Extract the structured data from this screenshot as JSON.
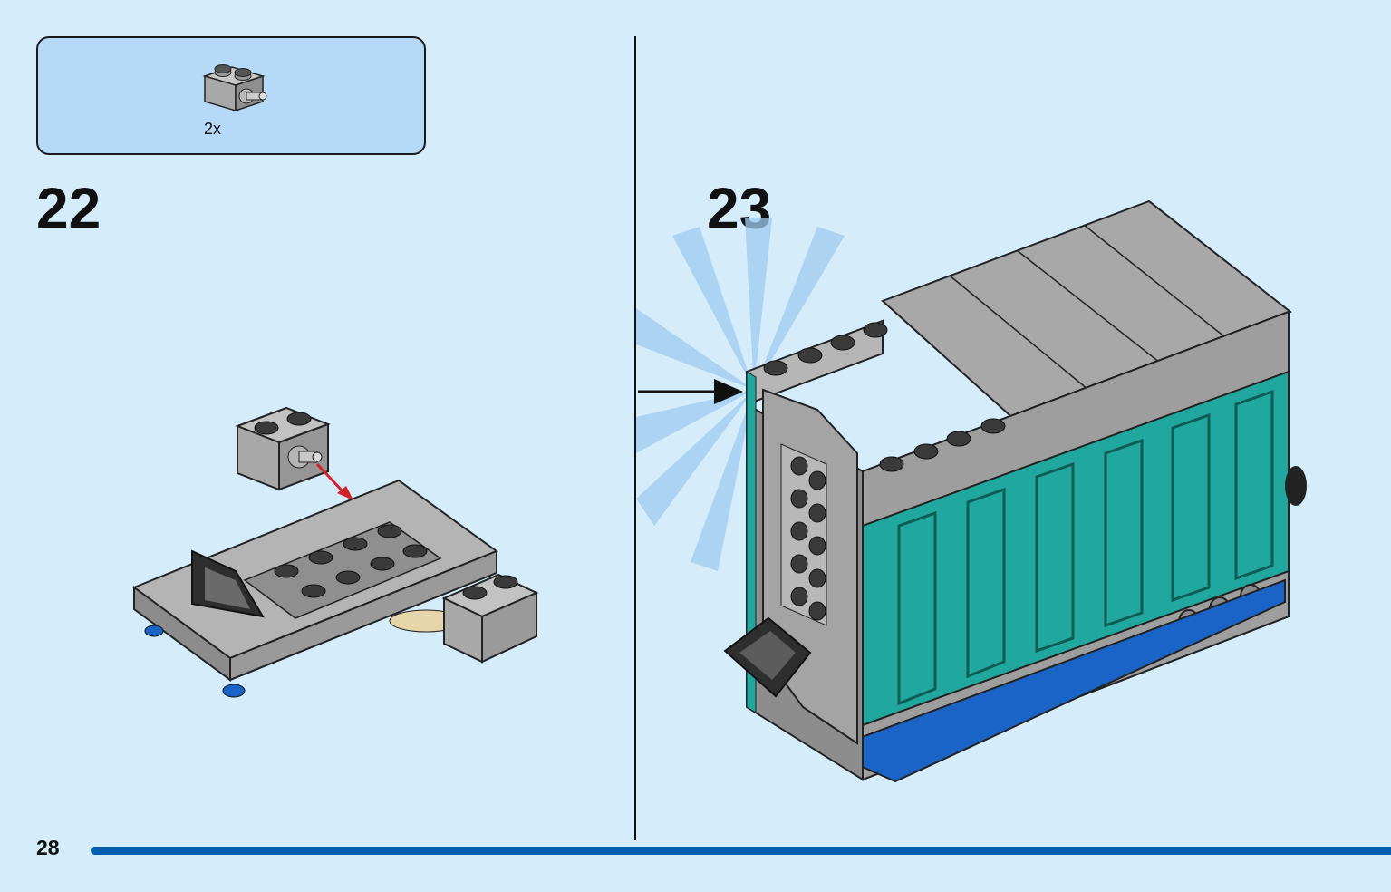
{
  "parts_callout": {
    "quantity": "2x",
    "part_icon": "grey-brick-with-pin-icon"
  },
  "steps": [
    {
      "number": "22"
    },
    {
      "number": "23"
    }
  ],
  "page": {
    "number": "28"
  },
  "colors": {
    "background": "#d5ecfb",
    "callout": "#b5d9f6",
    "brick_grey": "#a3a3a3",
    "teal": "#21a89e",
    "blue": "#1a64c8",
    "arrow_red": "#d42128",
    "progress": "#005fb1"
  }
}
